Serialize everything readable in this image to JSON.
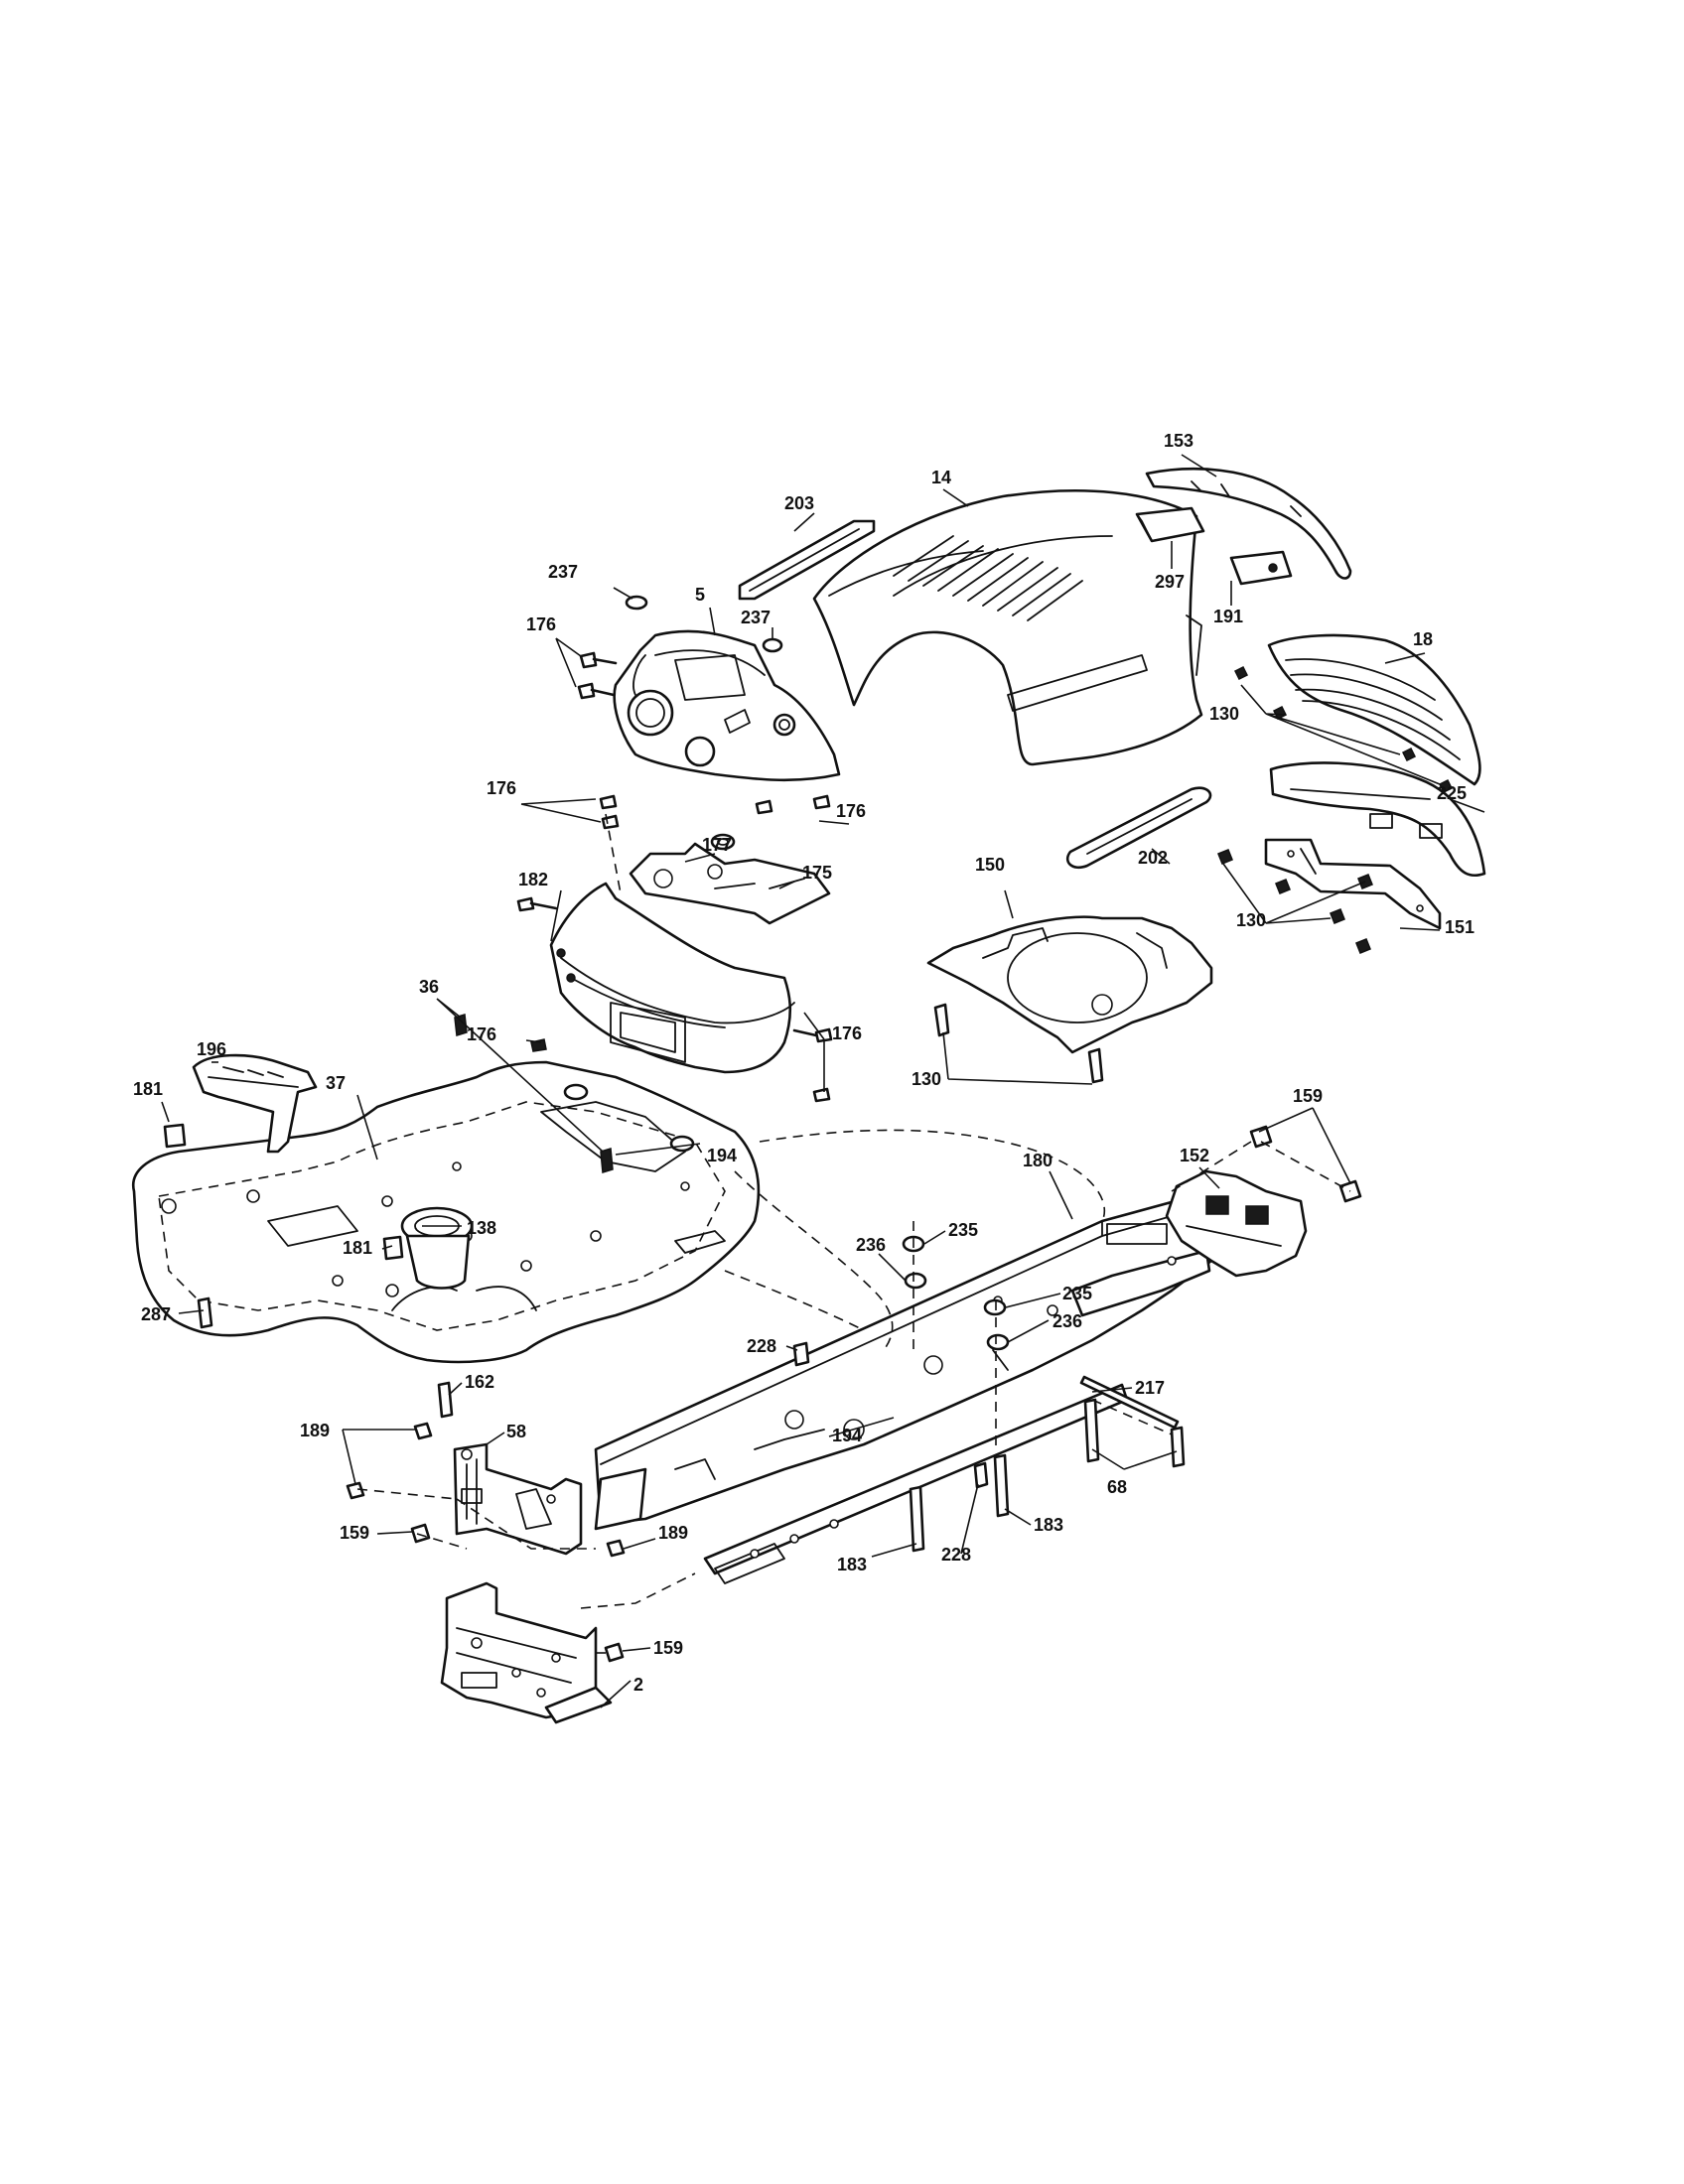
{
  "callouts": [
    {
      "key": "c153",
      "label": "153"
    },
    {
      "key": "c203",
      "label": "203"
    },
    {
      "key": "c14",
      "label": "14"
    },
    {
      "key": "c297",
      "label": "297"
    },
    {
      "key": "c191",
      "label": "191"
    },
    {
      "key": "c237a",
      "label": "237"
    },
    {
      "key": "c5",
      "label": "5"
    },
    {
      "key": "c237b",
      "label": "237"
    },
    {
      "key": "c176a",
      "label": "176"
    },
    {
      "key": "c18",
      "label": "18"
    },
    {
      "key": "c130a",
      "label": "130"
    },
    {
      "key": "c225",
      "label": "225"
    },
    {
      "key": "c176b",
      "label": "176"
    },
    {
      "key": "c176c",
      "label": "176"
    },
    {
      "key": "c177",
      "label": "177"
    },
    {
      "key": "c202",
      "label": "202"
    },
    {
      "key": "c175",
      "label": "175"
    },
    {
      "key": "c150",
      "label": "150"
    },
    {
      "key": "c182",
      "label": "182"
    },
    {
      "key": "c130b",
      "label": "130"
    },
    {
      "key": "c151",
      "label": "151"
    },
    {
      "key": "c36",
      "label": "36"
    },
    {
      "key": "c176d",
      "label": "176"
    },
    {
      "key": "c176e",
      "label": "176"
    },
    {
      "key": "c196",
      "label": "196"
    },
    {
      "key": "c130c",
      "label": "130"
    },
    {
      "key": "c181a",
      "label": "181"
    },
    {
      "key": "c37",
      "label": "37"
    },
    {
      "key": "c194a",
      "label": "194"
    },
    {
      "key": "c152",
      "label": "152"
    },
    {
      "key": "c159a",
      "label": "159"
    },
    {
      "key": "c180",
      "label": "180"
    },
    {
      "key": "c235a",
      "label": "235"
    },
    {
      "key": "c236a",
      "label": "236"
    },
    {
      "key": "c138",
      "label": "138"
    },
    {
      "key": "c181b",
      "label": "181"
    },
    {
      "key": "c235b",
      "label": "235"
    },
    {
      "key": "c287",
      "label": "287"
    },
    {
      "key": "c236b",
      "label": "236"
    },
    {
      "key": "c228a",
      "label": "228"
    },
    {
      "key": "c162",
      "label": "162"
    },
    {
      "key": "c217",
      "label": "217"
    },
    {
      "key": "c189a",
      "label": "189"
    },
    {
      "key": "c58",
      "label": "58"
    },
    {
      "key": "c194b",
      "label": "194"
    },
    {
      "key": "c68",
      "label": "68"
    },
    {
      "key": "c159b",
      "label": "159"
    },
    {
      "key": "c189b",
      "label": "189"
    },
    {
      "key": "c183a",
      "label": "183"
    },
    {
      "key": "c183b",
      "label": "183"
    },
    {
      "key": "c228b",
      "label": "228"
    },
    {
      "key": "c159c",
      "label": "159"
    },
    {
      "key": "c2",
      "label": "2"
    }
  ]
}
